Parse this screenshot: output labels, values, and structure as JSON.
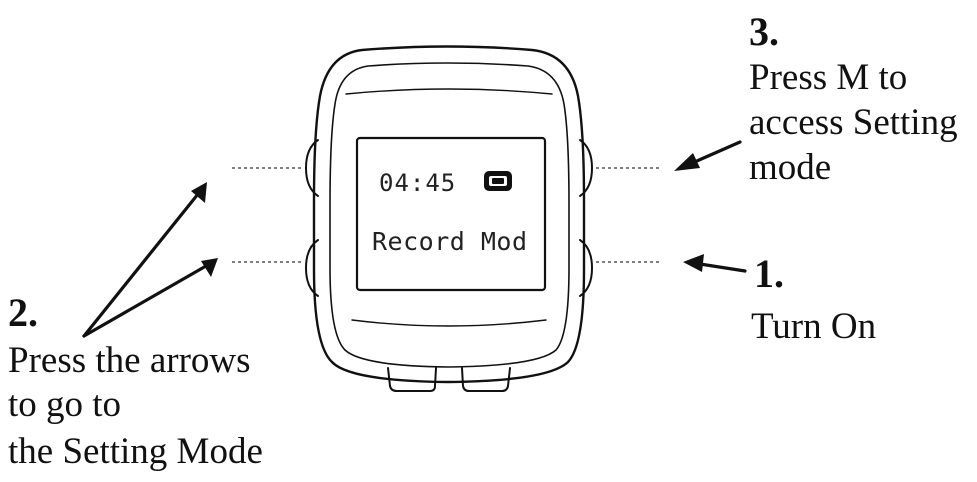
{
  "lcd": {
    "time": "04:45",
    "mode": "Record Mod"
  },
  "icons": {
    "battery": "battery-icon"
  },
  "steps": [
    {
      "number": "1.",
      "lines": [
        "Turn On"
      ]
    },
    {
      "number": "2.",
      "lines": [
        "Press the arrows",
        "to go to",
        "the Setting Mode"
      ]
    },
    {
      "number": "3.",
      "lines": [
        "Press M to",
        "access Setting",
        "mode"
      ]
    }
  ]
}
